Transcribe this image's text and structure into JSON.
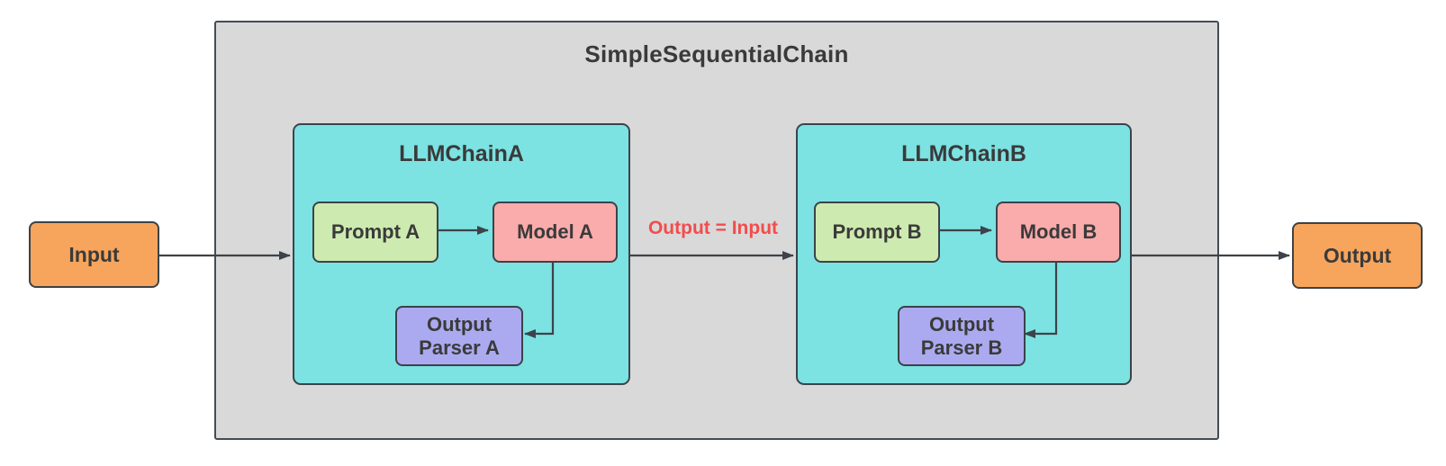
{
  "diagram": {
    "title": "SimpleSequentialChain",
    "connection_label": "Output = Input",
    "nodes": {
      "input": {
        "label": "Input"
      },
      "output": {
        "label": "Output"
      },
      "chain_a": {
        "title": "LLMChainA",
        "prompt": "Prompt A",
        "model": "Model A",
        "parser": "Output\nParser A"
      },
      "chain_b": {
        "title": "LLMChainB",
        "prompt": "Prompt B",
        "model": "Model B",
        "parser": "Output\nParser B"
      }
    },
    "colors": {
      "page_bg": "#ffffff",
      "container_bg": "#d9d9d9",
      "chain_bg": "#7ce2e2",
      "prompt_bg": "#cdeab0",
      "model_bg": "#faabab",
      "parser_bg": "#abaaf0",
      "io_bg": "#f7a55c",
      "border": "#3c4247",
      "arrow": "#3d434a",
      "text": "#3a3a3a",
      "connection_label_red": "#f34c4c"
    }
  }
}
